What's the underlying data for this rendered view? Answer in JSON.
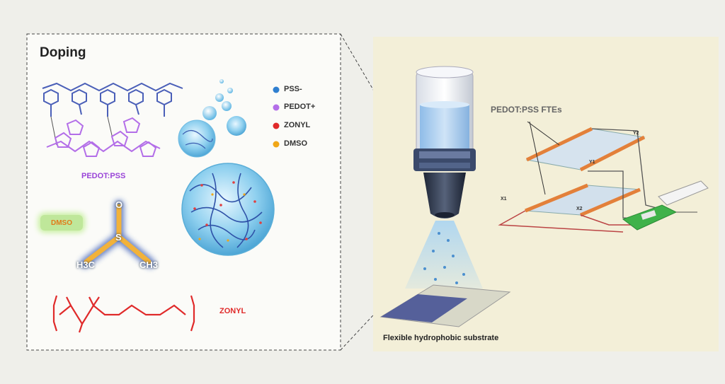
{
  "doping_panel": {
    "title": "Doping",
    "polymer_label": "PEDOT:PSS",
    "polymer_label_color": "#9a44d8",
    "dmso_badge": "DMSO",
    "dmso_atoms": {
      "o": "O",
      "s": "S",
      "left_methyl": "H3C",
      "right_methyl": "CH3"
    },
    "zonyl_label": "ZONYL",
    "zonyl_color": "#e02a2a"
  },
  "legend": [
    {
      "label": "PSS-",
      "color": "#2f7fd0"
    },
    {
      "label": "PEDOT+",
      "color": "#b36ee8"
    },
    {
      "label": "ZONYL",
      "color": "#e02a2a"
    },
    {
      "label": "DMSO",
      "color": "#f0a718"
    }
  ],
  "device_panel": {
    "fte_label": "PEDOT:PSS FTEs",
    "substrate_label": "Flexible hydrophobic substrate",
    "electrode_labels": {
      "y2": "Y2",
      "y1": "Y1",
      "x1": "X1",
      "x2": "X2"
    }
  },
  "colors": {
    "pss_chain": "#4a5fb8",
    "pedot_chain": "#b36ee8",
    "dmso_glow": "#f2b23a",
    "electrode": "#e3803a",
    "board": "#3fb24a"
  }
}
